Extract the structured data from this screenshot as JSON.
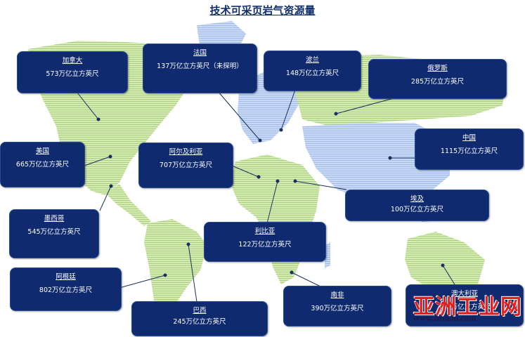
{
  "title": "技术可采页岩气资源量",
  "regions": [
    {
      "id": "canada",
      "name": "加拿大",
      "value": "573万亿立方英尺"
    },
    {
      "id": "france",
      "name": "法国",
      "value": "137万亿立方英尺（未探明）"
    },
    {
      "id": "poland",
      "name": "波兰",
      "value": "148万亿立方英尺"
    },
    {
      "id": "russia",
      "name": "俄罗斯",
      "value": "285万亿立方英尺"
    },
    {
      "id": "usa",
      "name": "美国",
      "value": "665万亿立方英尺"
    },
    {
      "id": "algeria",
      "name": "阿尔及利亚",
      "value": "707万亿立方英尺"
    },
    {
      "id": "china",
      "name": "中国",
      "value": "1115万亿立方英尺"
    },
    {
      "id": "egypt",
      "name": "埃及",
      "value": "100万亿立方英尺"
    },
    {
      "id": "mexico",
      "name": "墨西哥",
      "value": "545万亿立方英尺"
    },
    {
      "id": "libya",
      "name": "利比亚",
      "value": "122万亿立方英尺"
    },
    {
      "id": "argentina",
      "name": "阿根廷",
      "value": "802万亿立方英尺"
    },
    {
      "id": "brazil",
      "name": "巴西",
      "value": "245万亿立方英尺"
    },
    {
      "id": "south-africa",
      "name": "南非",
      "value": "390万亿立方英尺"
    },
    {
      "id": "australia",
      "name": "澳大利亚",
      "value": "437万亿立方英尺"
    }
  ],
  "watermark": {
    "text": "亚洲工业网",
    "url": "www.oemao.com"
  },
  "colors": {
    "box": "#0f2a6e",
    "land_green": "#c8e3a0",
    "land_blue": "#b9cdf0",
    "leader": "#1b2f5e",
    "watermark_red": "#e02020"
  }
}
